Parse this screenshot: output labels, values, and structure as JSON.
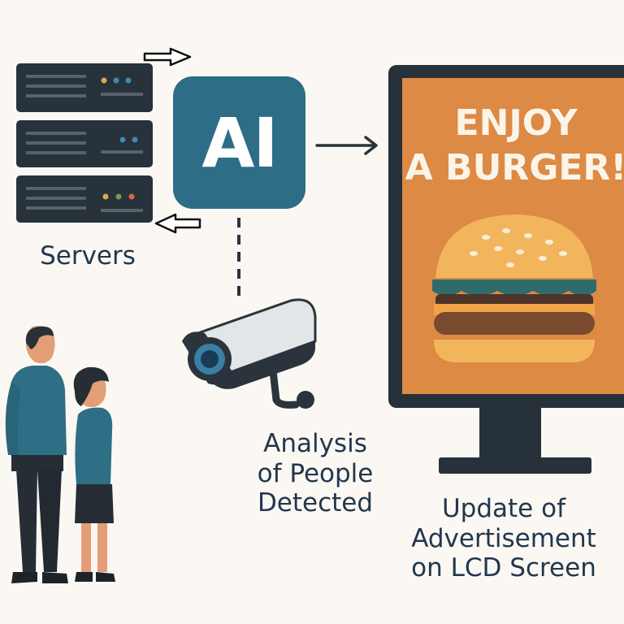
{
  "servers": {
    "label": "Servers",
    "icon": "server-rack-icon"
  },
  "ai": {
    "label": "AI"
  },
  "camera": {
    "label_lines": [
      "Analysis",
      "of People",
      "Detected"
    ],
    "icon": "security-camera-icon"
  },
  "screen": {
    "headline_lines": [
      "ENJOY",
      "A BURGER!"
    ],
    "label_lines": [
      "Update of",
      "Advertisement",
      "on LCD Screen"
    ],
    "icon": "burger-icon"
  },
  "people": {
    "icon": "people-icon"
  },
  "colors": {
    "background": "#fbf8f3",
    "ai_box": "#2d6e86",
    "screen": "#dd8a45",
    "monitor": "#26313a",
    "label_text": "#23374d"
  }
}
